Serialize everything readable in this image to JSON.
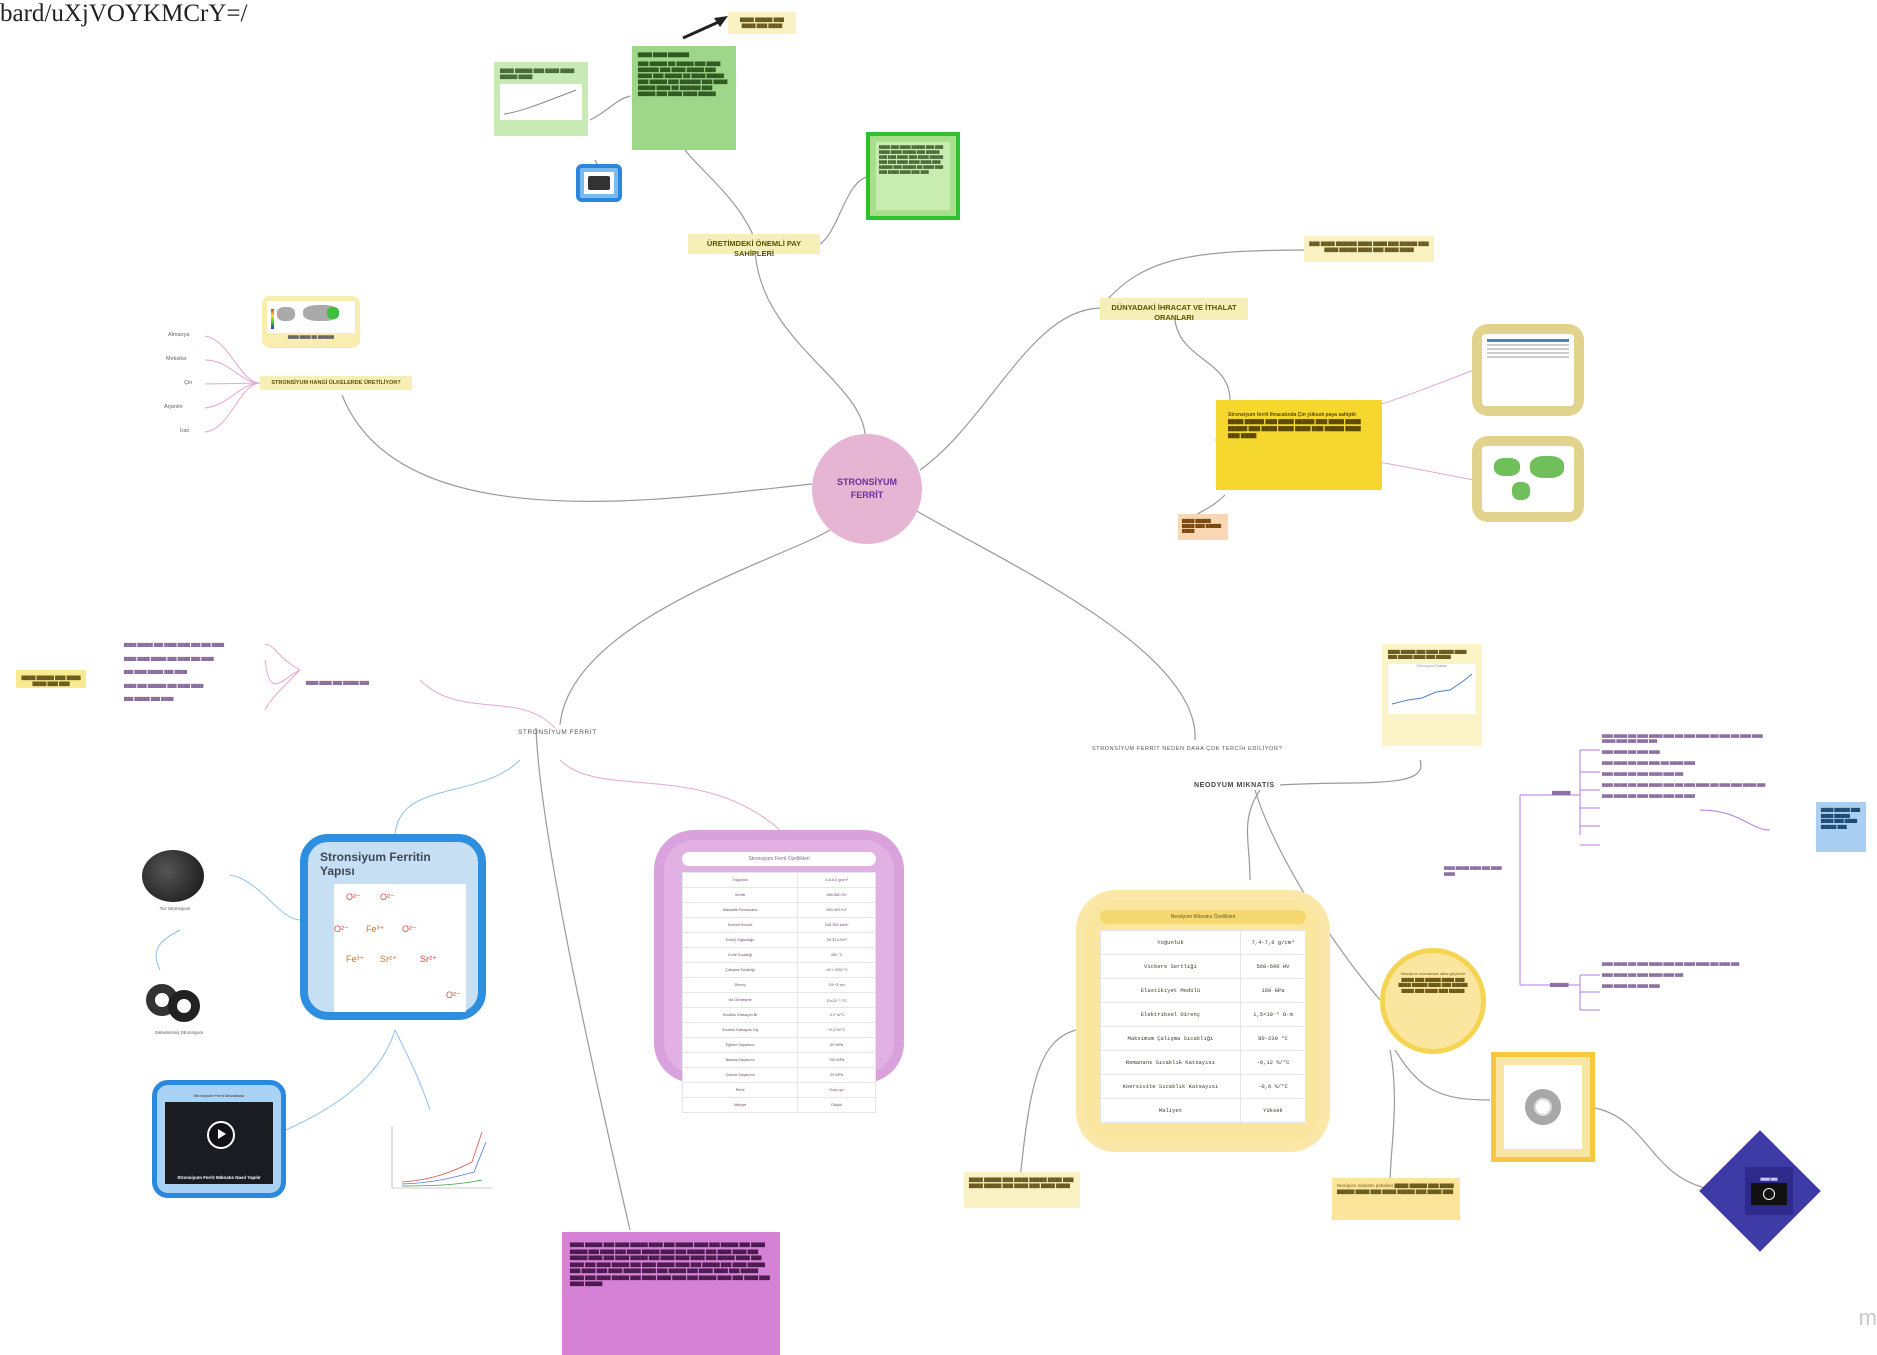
{
  "url_fragment": "bard/uXjVOYKMCrY=/",
  "center": {
    "title": "STRONSİYUM FERRİT"
  },
  "branches": {
    "industry": {
      "label": "ÜRETİMDEKİ ÖNEMLİ PAY SAHİPLERİ"
    },
    "importexport": {
      "label": "DÜNYADAKİ İHRACAT VE İTHALAT ORANLARI"
    },
    "where_produced": {
      "label": "STRONSİYUM HANGİ ÜLKELERDE ÜRETİLİYOR?"
    },
    "why_strontium": {
      "label": "STRONSİYUM FERRİT"
    },
    "why_preferred": {
      "label": "STRONSİYUM FERRİT NEDEN DAHA ÇOK TERCİH EDİLİYOR?"
    },
    "neodymium": {
      "label": "NEODYUM MIKNATIS"
    }
  },
  "countries": [
    "Almanya",
    "Meksika",
    "Çin",
    "Arjantin",
    "İran"
  ],
  "ferrite_card": {
    "title": "Stronsiyum Ferritin Yapısı",
    "ions": [
      {
        "t": "O²⁻",
        "c": "#e04848"
      },
      {
        "t": "O²⁻",
        "c": "#e04848"
      },
      {
        "t": "O²⁻",
        "c": "#e04848"
      },
      {
        "t": "Fe³⁺",
        "c": "#c87a3a"
      },
      {
        "t": "O²⁻",
        "c": "#e04848"
      },
      {
        "t": "Fe³⁺",
        "c": "#c87a3a"
      },
      {
        "t": "Sr²⁺",
        "c": "#c87a3a"
      },
      {
        "t": "Sr²⁺",
        "c": "#e04848"
      },
      {
        "t": "O²⁻",
        "c": "#e04848"
      }
    ]
  },
  "images": {
    "powder_label": "Toz Stronsiyum",
    "ring_label": "Sinterlenmiş Stronsiyum"
  },
  "video": {
    "title": "Stronsiyum Ferrit Mıknatıslar",
    "caption": "Stronsiyum Ferrit Mıknatıs Nasıl Yapılır"
  },
  "purple_table": {
    "header": "Stronsiyum Ferrit Özellikleri",
    "rows": [
      [
        "Yoğunluk",
        "4,8-5,0 g/cm³"
      ],
      [
        "Sertlik",
        "480-580 HV"
      ],
      [
        "Manyetik Remanans",
        "380-420 mT"
      ],
      [
        "Koersif Kuvvet",
        "240-300 kA/m"
      ],
      [
        "Enerji Yoğunluğu",
        "26-33 kJ/m³"
      ],
      [
        "Curie Sıcaklığı",
        "450 °C"
      ],
      [
        "Çalışma Sıcaklığı",
        "-40 / +250 °C"
      ],
      [
        "Direnç",
        "10⁴ Ω·cm"
      ],
      [
        "Isıl Genleşme",
        "10×10⁻⁶ /°C"
      ],
      [
        "Sıcaklık Katsayısı Br",
        "-0,2 %/°C"
      ],
      [
        "Sıcaklık Katsayısı Hcj",
        "+0,3 %/°C"
      ],
      [
        "Eğilme Dayanımı",
        "50 MPa"
      ],
      [
        "Basma Dayanımı",
        "700 MPa"
      ],
      [
        "Çekme Dayanımı",
        "20 MPa"
      ],
      [
        "Renk",
        "Koyu gri"
      ],
      [
        "Maliyet",
        "Düşük"
      ]
    ]
  },
  "yellow_table": {
    "header": "Neodyum Mıknatıs Özellikleri",
    "rows": [
      [
        "Yoğunluk",
        "7,4-7,6 g/cm³"
      ],
      [
        "Vickers Sertliği",
        "560-600 HV"
      ],
      [
        "Elastikiyet Modülü",
        "160 GPa"
      ],
      [
        "Elektriksel Direnç",
        "1,5×10⁻⁶ Ω·m"
      ],
      [
        "Maksimum Çalışma Sıcaklığı",
        "80-230 °C"
      ],
      [
        "Remanans Sıcaklık Katsayısı",
        "-0,12 %/°C"
      ],
      [
        "Koersivite Sıcaklık Katsayısı",
        "-0,6 %/°C"
      ],
      [
        "Maliyet",
        "Yüksek"
      ]
    ]
  },
  "notes": {
    "mn_production": "Stronsiyum Ferrit Mıknatısların Dünya Üretimi",
    "yellow_note": "Stronsiyum ferrit ihracatında Çin yüksek paya sahiptir",
    "pale_circle": "Neodyum mıknatıslar daha güçlüdür",
    "neo_bottom": "Neodyum mıknatıs pahalıdır",
    "chart_title": "Stronsiyum Fiyatları"
  },
  "colors": {
    "center": "#e6b5d3",
    "edge_gray": "#9a9a9a",
    "edge_pink": "#e3a9cf",
    "edge_blue": "#8fc1ea",
    "edge_purple": "#b57ae0"
  }
}
